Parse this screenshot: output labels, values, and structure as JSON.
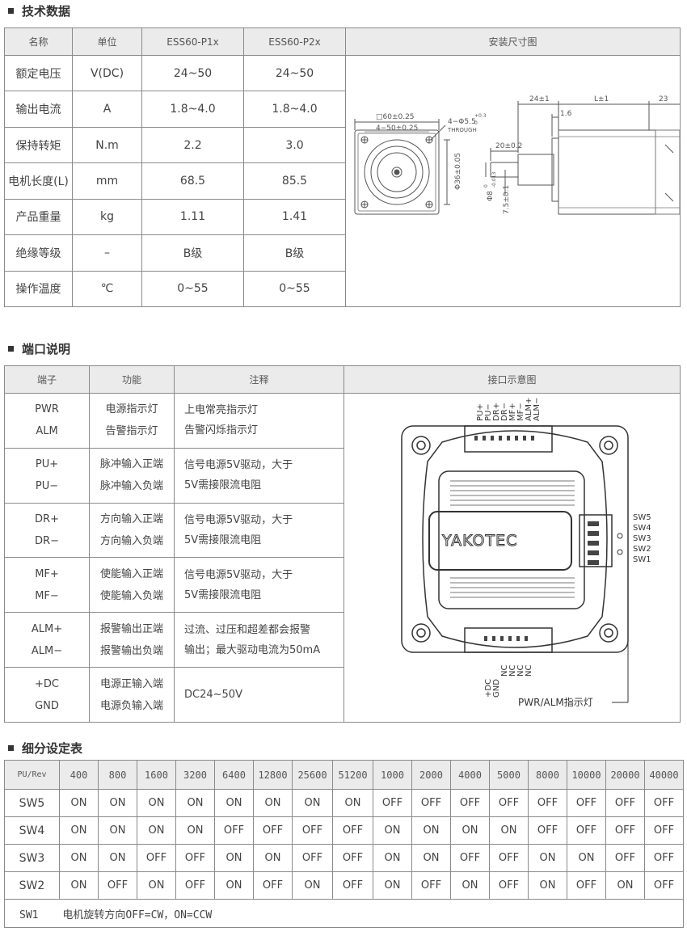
{
  "sections": {
    "tech": "技术数据",
    "ports": "端口说明",
    "subdiv": "细分设定表"
  },
  "tech_table": {
    "headers": [
      "名称",
      "单位",
      "ESS60-P1x",
      "ESS60-P2x",
      "安装尺寸图"
    ],
    "rows": [
      [
        "额定电压",
        "V(DC)",
        "24~50",
        "24~50"
      ],
      [
        "输出电流",
        "A",
        "1.8~4.0",
        "1.8~4.0"
      ],
      [
        "保持转矩",
        "N.m",
        "2.2",
        "3.0"
      ],
      [
        "电机长度(L)",
        "mm",
        "68.5",
        "85.5"
      ],
      [
        "产品重量",
        "kg",
        "1.11",
        "1.41"
      ],
      [
        "绝缘等级",
        "–",
        "B级",
        "B级"
      ],
      [
        "操作温度",
        "℃",
        "0~55",
        "0~55"
      ]
    ],
    "drawing": {
      "sq": "□60±0.25",
      "w4": "4−50±0.25",
      "holes": "4−Φ5.5",
      "holes_tol": "+0.3",
      "holes_tol2": "0",
      "through": "THROUGH",
      "dia36": "Φ36±0.05",
      "d24": "24±1",
      "dL": "L±1",
      "d23": "23",
      "d16": "1.6",
      "d20": "20±0.2",
      "d8": "Φ8",
      "d8_tol1": "0",
      "d8_tol2": "-0.013",
      "d75": "7.5±0.1"
    }
  },
  "port_table": {
    "headers": [
      "端子",
      "功能",
      "注释",
      "接口示意图"
    ],
    "groups": [
      {
        "terms": [
          "PWR",
          "ALM"
        ],
        "funcs": [
          "电源指示灯",
          "告警指示灯"
        ],
        "notes": [
          "上电常亮指示灯",
          "告警闪烁指示灯"
        ]
      },
      {
        "terms": [
          "PU+",
          "PU−"
        ],
        "funcs": [
          "脉冲输入正端",
          "脉冲输入负端"
        ],
        "notes": [
          "信号电源5V驱动，大于",
          "5V需接限流电阻"
        ]
      },
      {
        "terms": [
          "DR+",
          "DR−"
        ],
        "funcs": [
          "方向输入正端",
          "方向输入负端"
        ],
        "notes": [
          "信号电源5V驱动，大于",
          "5V需接限流电阻"
        ]
      },
      {
        "terms": [
          "MF+",
          "MF−"
        ],
        "funcs": [
          "使能输入正端",
          "使能输入负端"
        ],
        "notes": [
          "信号电源5V驱动，大于",
          "5V需接限流电阻"
        ]
      },
      {
        "terms": [
          "ALM+",
          "ALM−"
        ],
        "funcs": [
          "报警输出正端",
          "报警输出负端"
        ],
        "notes": [
          "过流、过压和超差都会报警",
          "输出；最大驱动电流为50mA"
        ]
      },
      {
        "terms": [
          "+DC",
          "GND"
        ],
        "funcs": [
          "电源正输入端",
          "电源负输入端"
        ],
        "notes": [
          "DC24~50V"
        ]
      }
    ],
    "diagram": {
      "top_pins": [
        "PU+",
        "PU−",
        "DR+",
        "DR−",
        "MF+",
        "MF−",
        "ALM+",
        "ALM−"
      ],
      "bottom_pins": [
        "+DC",
        "GND",
        "NC",
        "NC",
        "NC",
        "NC"
      ],
      "switches": [
        "SW5",
        "SW4",
        "SW3",
        "SW2",
        "SW1"
      ],
      "brand": "YAKOTEC",
      "led_label": "PWR/ALM指示灯"
    }
  },
  "subdiv_table": {
    "header_label": "PU/Rev",
    "cols": [
      "400",
      "800",
      "1600",
      "3200",
      "6400",
      "12800",
      "25600",
      "51200",
      "1000",
      "2000",
      "4000",
      "5000",
      "8000",
      "10000",
      "20000",
      "40000"
    ],
    "rows": [
      {
        "label": "SW5",
        "values": [
          "ON",
          "ON",
          "ON",
          "ON",
          "ON",
          "ON",
          "ON",
          "ON",
          "OFF",
          "OFF",
          "OFF",
          "OFF",
          "OFF",
          "OFF",
          "OFF",
          "OFF"
        ]
      },
      {
        "label": "SW4",
        "values": [
          "ON",
          "ON",
          "ON",
          "ON",
          "OFF",
          "OFF",
          "OFF",
          "OFF",
          "ON",
          "ON",
          "ON",
          "ON",
          "OFF",
          "OFF",
          "OFF",
          "OFF"
        ]
      },
      {
        "label": "SW3",
        "values": [
          "ON",
          "ON",
          "OFF",
          "OFF",
          "ON",
          "ON",
          "OFF",
          "OFF",
          "ON",
          "ON",
          "OFF",
          "OFF",
          "ON",
          "ON",
          "OFF",
          "OFF"
        ]
      },
      {
        "label": "SW2",
        "values": [
          "ON",
          "OFF",
          "ON",
          "OFF",
          "ON",
          "OFF",
          "ON",
          "OFF",
          "ON",
          "OFF",
          "ON",
          "OFF",
          "ON",
          "OFF",
          "ON",
          "OFF"
        ]
      }
    ],
    "sw1_label": "SW1",
    "sw1_text": "电机旋转方向OFF=CW，ON=CCW"
  }
}
